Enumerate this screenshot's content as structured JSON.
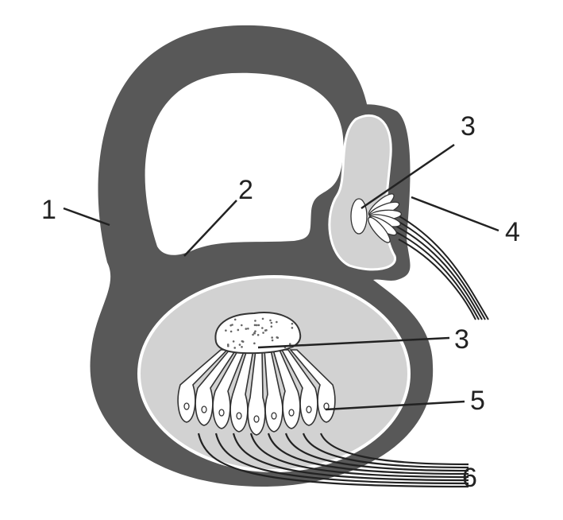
{
  "diagram": {
    "labels": [
      "1",
      "2",
      "3",
      "4",
      "3",
      "5",
      "6"
    ],
    "colors": {
      "wall": "#585858",
      "fluid": "#d2d2d2",
      "cells": "#ffffff",
      "line": "#222222"
    }
  }
}
